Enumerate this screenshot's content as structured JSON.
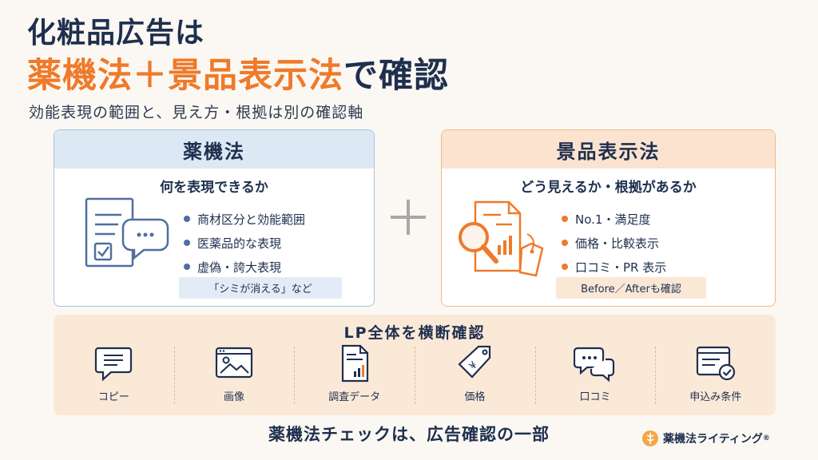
{
  "header": {
    "title_line1": "化粧品広告は",
    "title_orange": "薬機法＋景品表示法",
    "title_navy": "で確認",
    "subtitle": "効能表現の範囲と、見え方・根拠は別の確認軸"
  },
  "cards": {
    "yakki": {
      "title": "薬機法",
      "subtitle": "何を表現できるか",
      "bullets": [
        "商材区分と効能範囲",
        "医薬品的な表現",
        "虚偽・誇大表現"
      ],
      "note": "「シミが消える」など",
      "icon": "document-chat-icon"
    },
    "keihyo": {
      "title": "景品表示法",
      "subtitle": "どう見えるか・根拠があるか",
      "bullets": [
        "No.1・満足度",
        "価格・比較表示",
        "口コミ・PR 表示"
      ],
      "note": "Before／Afterも確認",
      "icon": "magnifier-report-tag-icon"
    }
  },
  "plus": "plus-icon",
  "lp": {
    "title": "LP全体を横断確認",
    "items": [
      {
        "label": "コピー",
        "icon": "speech-bubble-icon"
      },
      {
        "label": "画像",
        "icon": "image-window-icon"
      },
      {
        "label": "調査データ",
        "icon": "data-chart-document-icon"
      },
      {
        "label": "価格",
        "icon": "yen-tag-icon"
      },
      {
        "label": "口コミ",
        "icon": "chat-bubbles-icon"
      },
      {
        "label": "申込み条件",
        "icon": "form-check-icon"
      }
    ]
  },
  "footer": {
    "text": "薬機法チェックは、広告確認の一部",
    "brand": "薬機法ライティング",
    "brand_mark": "®"
  },
  "colors": {
    "navy": "#1f2f4e",
    "orange": "#ef7a2a",
    "blue_accent": "#4e6fa0",
    "background": "#fbf8f3"
  }
}
